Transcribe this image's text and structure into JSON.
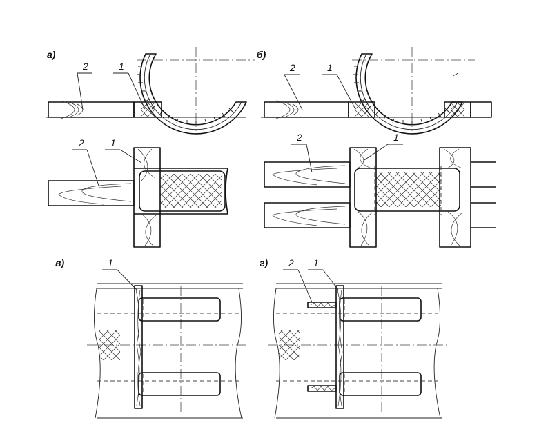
{
  "panels": {
    "a": {
      "letter": "а)",
      "callout_1": "1",
      "callout_2": "2",
      "callout_1_plan": "1",
      "callout_2_plan": "2"
    },
    "b": {
      "letter": "б)",
      "callout_1": "1",
      "callout_2": "2",
      "callout_1_plan": "1",
      "callout_2_plan": "2"
    },
    "v": {
      "letter": "в)",
      "callout_1": "1"
    },
    "g": {
      "letter": "г)",
      "callout_1": "1",
      "callout_2": "2"
    }
  },
  "colors": {
    "line": "#111111",
    "background": "#ffffff"
  }
}
